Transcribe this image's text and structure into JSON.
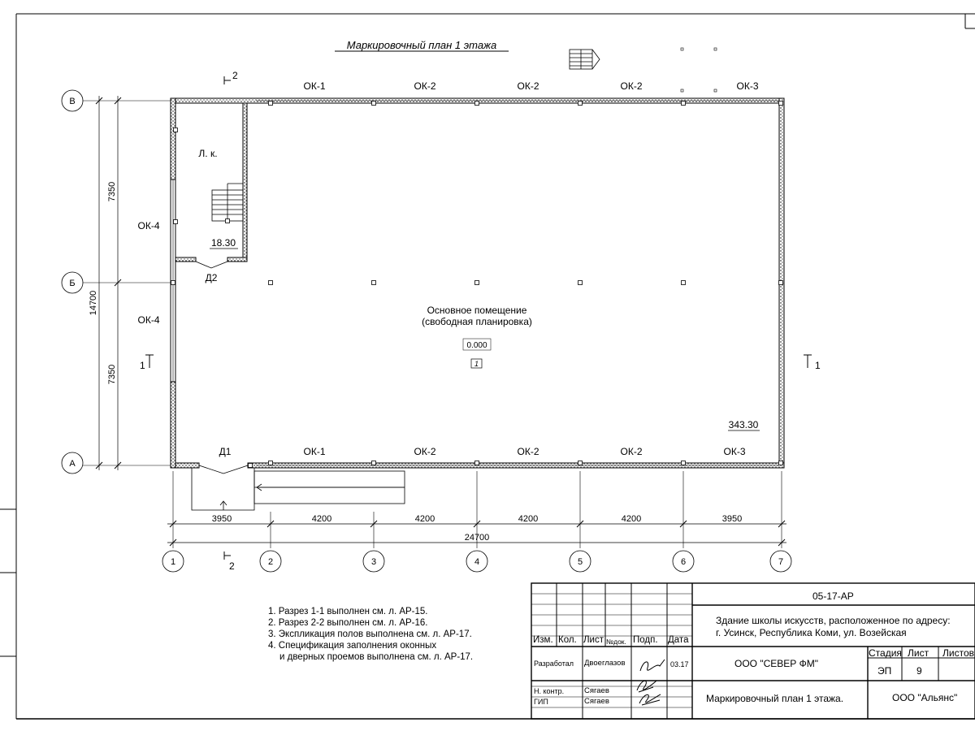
{
  "plan_title": "Маркировочный план 1 этажа",
  "room_main": {
    "name": "Основное помещение",
    "subtitle": "(свободная планировка)",
    "level": "0.000",
    "number": "1",
    "area": "343.30"
  },
  "room_stair": {
    "name": "Л. к.",
    "area": "18.30"
  },
  "doors": {
    "d1": "Д1",
    "d2": "Д2"
  },
  "windows_top": [
    "ОК-1",
    "ОК-2",
    "ОК-2",
    "ОК-2",
    "ОК-3"
  ],
  "windows_bottom": [
    "ОК-1",
    "ОК-2",
    "ОК-2",
    "ОК-2",
    "ОК-3"
  ],
  "windows_left": [
    "ОК-4",
    "ОК-4"
  ],
  "axes_letters": [
    "В",
    "Б",
    "А"
  ],
  "axes_numbers": [
    "1",
    "2",
    "3",
    "4",
    "5",
    "6",
    "7"
  ],
  "dims_horizontal": [
    "3950",
    "4200",
    "4200",
    "4200",
    "4200",
    "3950"
  ],
  "dim_total_horizontal": "24700",
  "dims_vertical": [
    "7350",
    "7350"
  ],
  "dim_total_vertical": "14700",
  "section_marks": {
    "s1": "1",
    "s2": "2"
  },
  "notes": [
    "1. Разрез 1-1 выполнен см. л. АР-15.",
    "2. Разрез 2-2 выполнен см. л. АР-16.",
    "3. Экспликация полов выполнена см. л. АР-17.",
    "4. Спецификация заполнения оконных",
    "    и дверных проемов выполнена см. л. АР-17."
  ],
  "title_block": {
    "code": "05-17-АР",
    "object_line1": "Здание школы искусств, расположенное по адресу:",
    "object_line2": "г. Усинск, Республика Коми, ул. Возейская",
    "headers": {
      "izm": "Изм.",
      "kol": "Кол.",
      "list": "Лист",
      "ndoc": "№док.",
      "podp": "Подп.",
      "data": "Дата"
    },
    "razrabotal": "Разработал",
    "razrabotal_name": "Двоеглазов",
    "razrabotal_date": "03.17",
    "nkontr": "Н. контр.",
    "nkontr_name": "Сягаев",
    "gip": "ГИП",
    "gip_name": "Сягаев",
    "company1": "ООО \"СЕВЕР ФМ\"",
    "stadia_label": "Стадия",
    "list_label": "Лист",
    "listov_label": "Листов",
    "stadia": "ЭП",
    "list_num": "9",
    "sheet_title": "Маркировочный план 1 этажа.",
    "company2": "ООО \"Альянс\""
  }
}
